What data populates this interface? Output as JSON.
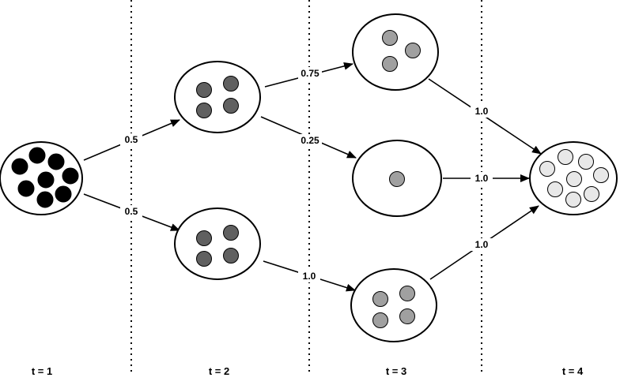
{
  "time_labels": [
    "t = 1",
    "t = 2",
    "t = 3",
    "t = 4"
  ],
  "edge_labels": {
    "t1_to_a": "0.5",
    "t1_to_b": "0.5",
    "a_to_c": "0.75",
    "a_to_d": "0.25",
    "b_to_e": "1.0",
    "c_to_f": "1.0",
    "d_to_f": "1.0",
    "e_to_f": "1.0"
  },
  "colors": {
    "t1_particle": "#000000",
    "t2_particle": "#606060",
    "t3_particle": "#a0a0a0",
    "t4_particle": "#e8e8e8",
    "outline": "#000000"
  }
}
